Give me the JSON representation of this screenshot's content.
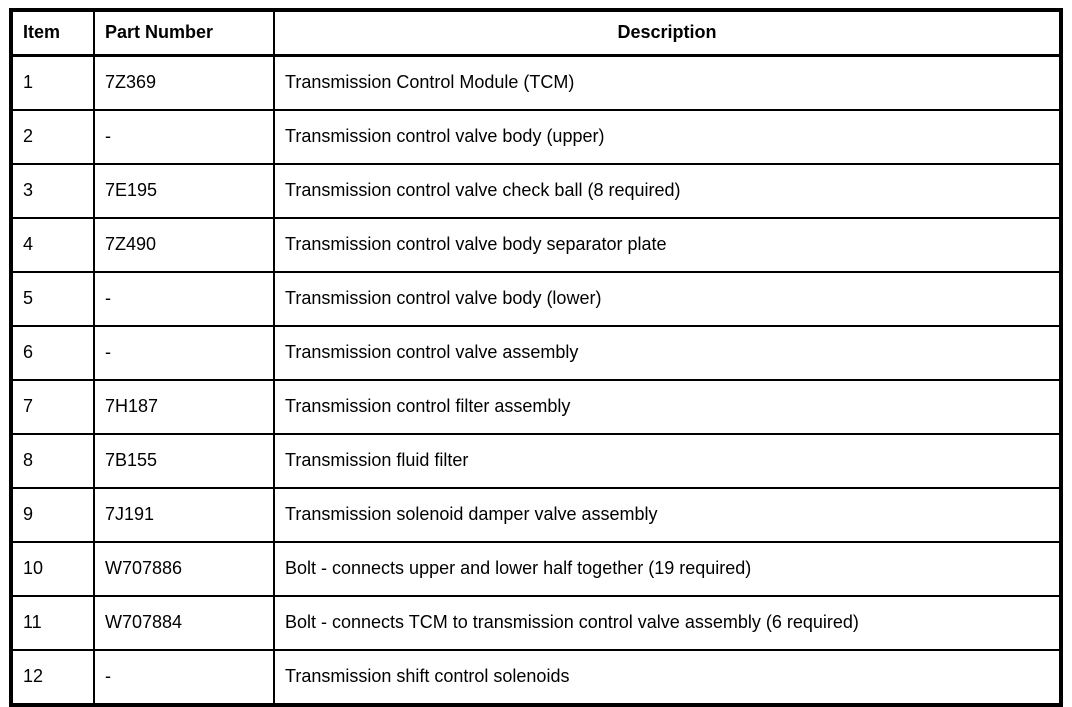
{
  "colors": {
    "border": "#000000",
    "background": "#ffffff",
    "text": "#000000"
  },
  "table": {
    "columns": {
      "item": "Item",
      "part_number": "Part Number",
      "description": "Description"
    },
    "rows": [
      {
        "item": "1",
        "part_number": "7Z369",
        "description": "Transmission Control Module (TCM)"
      },
      {
        "item": "2",
        "part_number": "-",
        "description": "Transmission control valve body (upper)"
      },
      {
        "item": "3",
        "part_number": "7E195",
        "description": "Transmission control valve check ball (8 required)"
      },
      {
        "item": "4",
        "part_number": "7Z490",
        "description": "Transmission control valve body separator plate"
      },
      {
        "item": "5",
        "part_number": "-",
        "description": "Transmission control valve body (lower)"
      },
      {
        "item": "6",
        "part_number": "-",
        "description": "Transmission control valve assembly"
      },
      {
        "item": "7",
        "part_number": "7H187",
        "description": "Transmission control filter assembly"
      },
      {
        "item": "8",
        "part_number": "7B155",
        "description": "Transmission fluid filter"
      },
      {
        "item": "9",
        "part_number": "7J191",
        "description": "Transmission solenoid damper valve assembly"
      },
      {
        "item": "10",
        "part_number": "W707886",
        "description": "Bolt - connects upper and lower half together (19 required)"
      },
      {
        "item": "11",
        "part_number": "W707884",
        "description": "Bolt - connects TCM to transmission control valve assembly (6 required)"
      },
      {
        "item": "12",
        "part_number": "-",
        "description": "Transmission shift control solenoids"
      }
    ]
  }
}
